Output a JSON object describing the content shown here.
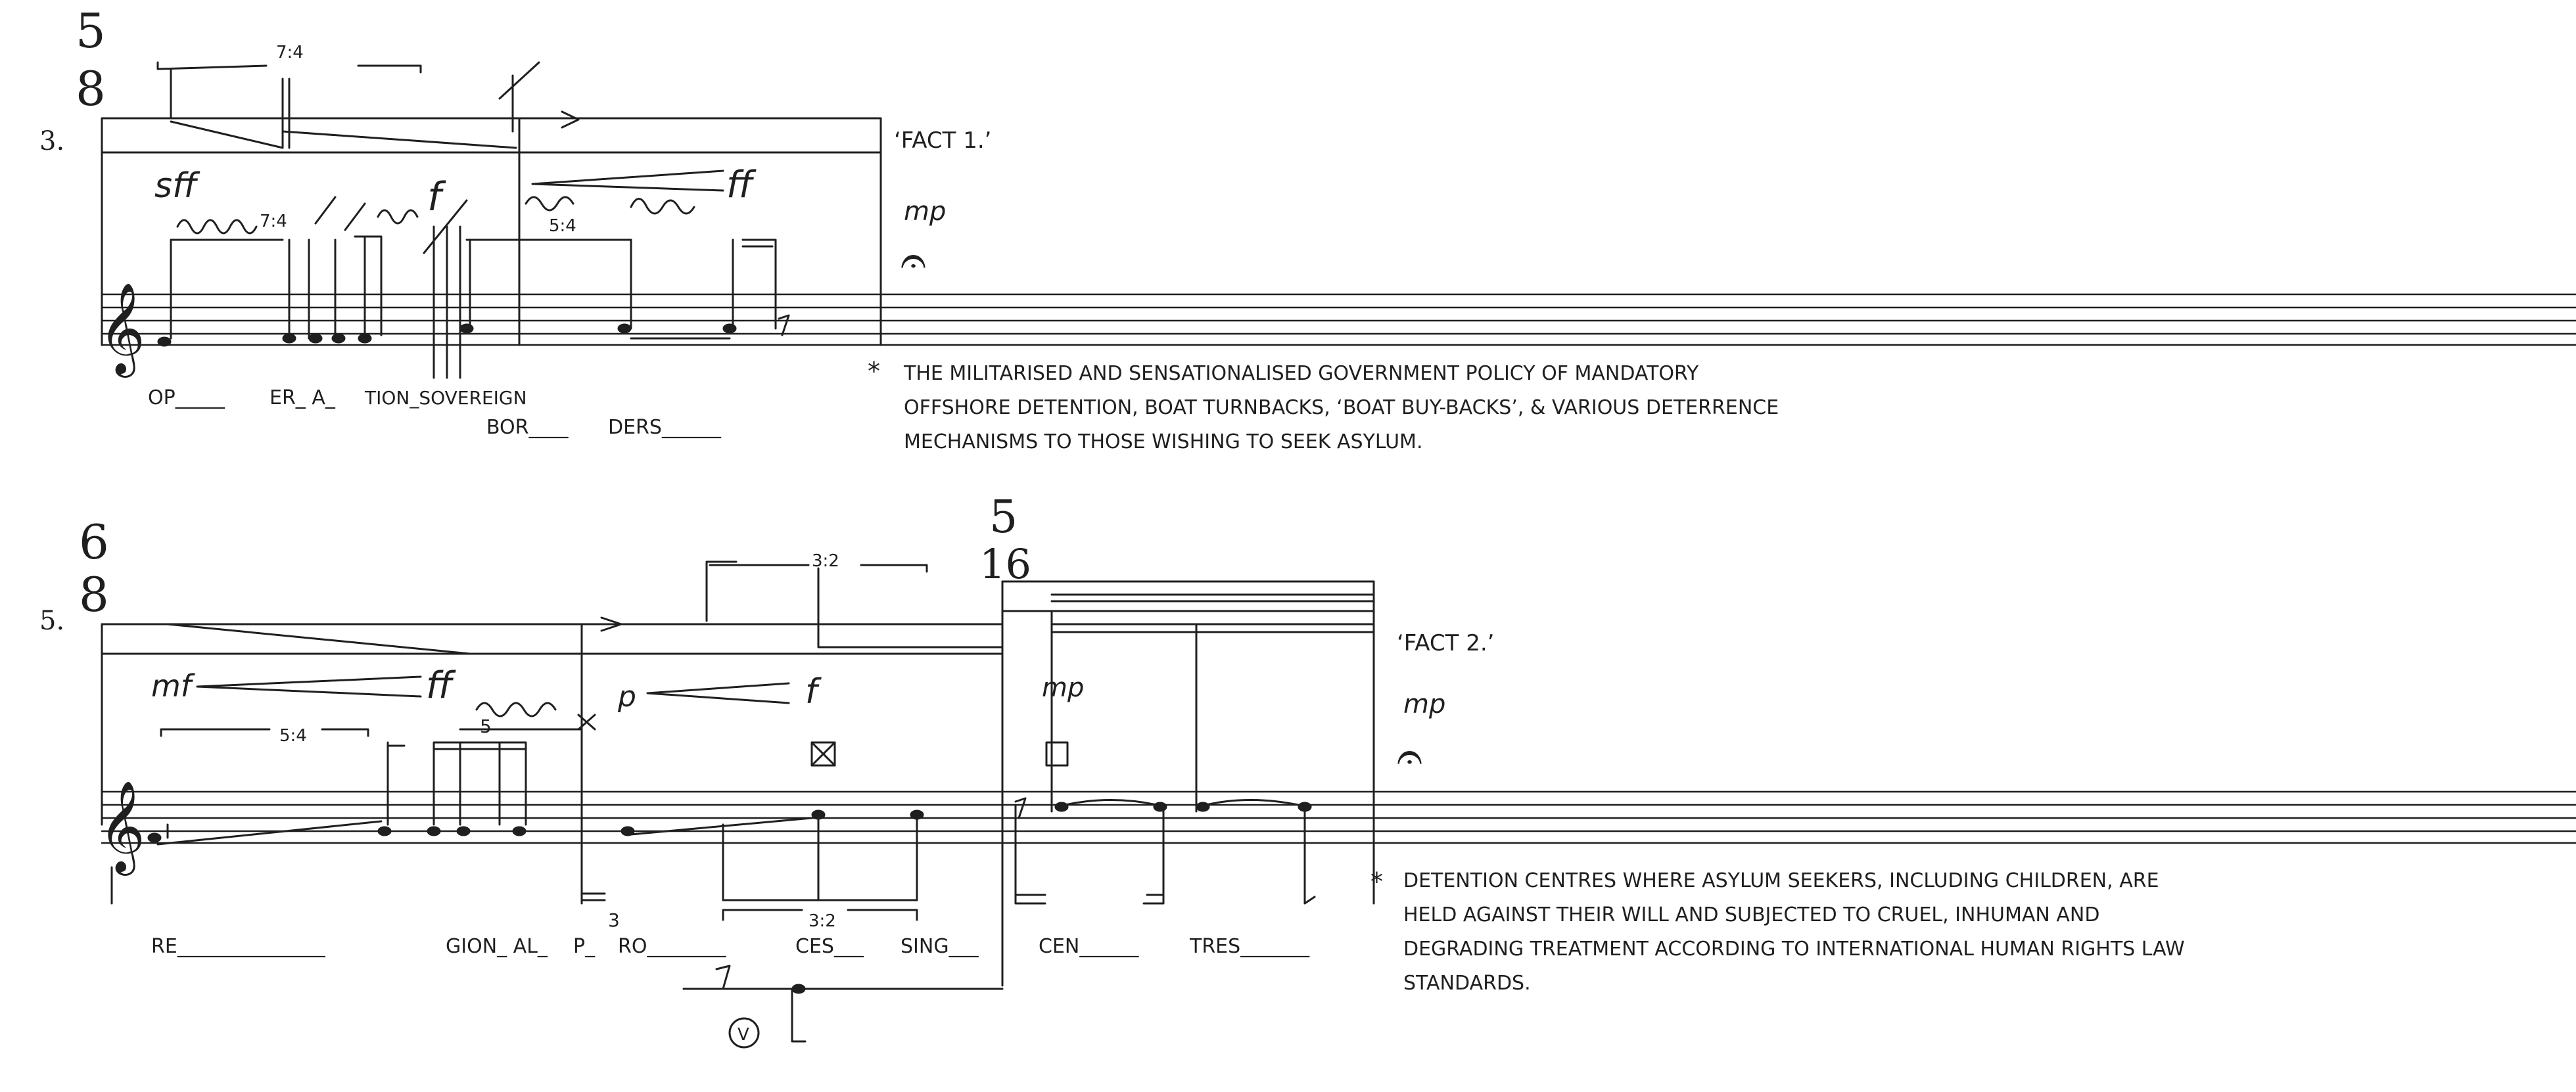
{
  "system1": {
    "number": "3.",
    "time_signature": {
      "top": "5",
      "bottom": "8"
    },
    "tuplets": [
      "7:4",
      "7:4",
      "5:4"
    ],
    "dynamics": [
      "sff",
      "f",
      "ff",
      "mp"
    ],
    "fact_label": "‘FACT 1.’",
    "lyrics": [
      "OP_____",
      "ER_ A_",
      "TION_SOVEREIGN",
      "BOR____",
      "DERS______"
    ],
    "footnote_marker": "*",
    "footnote": [
      "THE MILITARISED AND SENSATIONALISED GOVERNMENT POLICY OF MANDATORY",
      "OFFSHORE DETENTION, BOAT TURNBACKS, ‘BOAT BUY-BACKS’, & VARIOUS DETERRENCE",
      "MECHANISMS TO THOSE WISHING TO SEEK ASYLUM."
    ]
  },
  "system2": {
    "number": "5.",
    "time_signature": {
      "top": "6",
      "bottom": "8"
    },
    "time_signature_2": {
      "top": "5",
      "bottom": "16"
    },
    "tuplets": [
      "3:2",
      "5:4",
      "5",
      "3",
      "3:2"
    ],
    "dynamics": [
      "mf",
      "ff",
      "p",
      "f",
      "mp",
      "mp"
    ],
    "fact_label": "‘FACT 2.’",
    "lyrics": [
      "RE_______________",
      "GION_ AL_",
      "P_",
      "RO________",
      "CES___",
      "SING___",
      "CEN______",
      "TRES_______"
    ],
    "footnote_marker": "*",
    "footnote": [
      "DETENTION CENTRES WHERE ASYLUM SEEKERS, INCLUDING CHILDREN, ARE",
      "HELD AGAINST THEIR WILL AND SUBJECTED TO CRUEL, INHUMAN AND",
      "DEGRADING TREATMENT ACCORDING TO INTERNATIONAL HUMAN RIGHTS LAW",
      "STANDARDS."
    ]
  },
  "glyphs": {
    "treble_clef": "𝄞",
    "fermata": "𝄐",
    "rest": "𝄾",
    "breath_circle": "V"
  }
}
